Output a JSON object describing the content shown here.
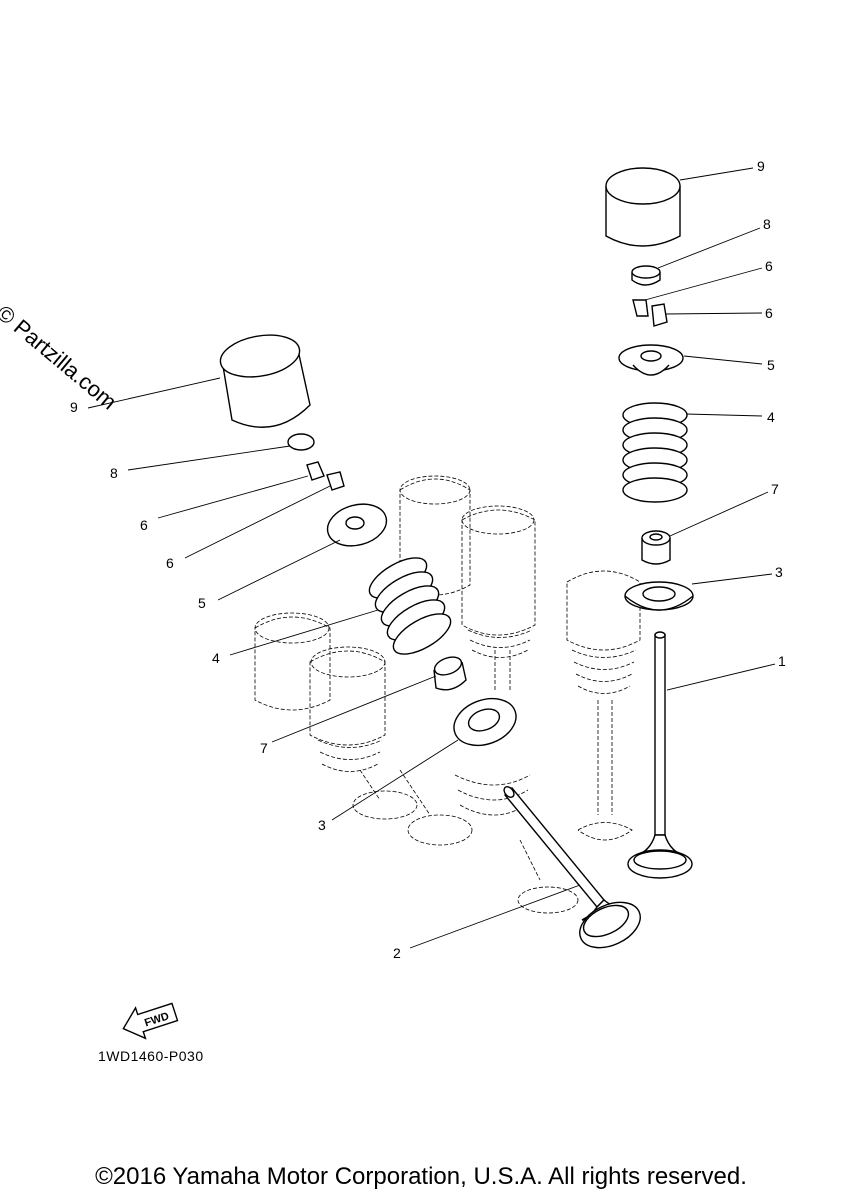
{
  "watermark": "© Partzilla.com",
  "fwd_label": "FWD",
  "diagram_code": "1WD1460-P030",
  "copyright": "©2016 Yamaha Motor Corporation, U.S.A. All rights reserved.",
  "callouts": {
    "right_9": "9",
    "right_8": "8",
    "right_6a": "6",
    "right_6b": "6",
    "right_5": "5",
    "right_4": "4",
    "right_7": "7",
    "right_3": "3",
    "right_1": "1",
    "left_9": "9",
    "left_8": "8",
    "left_6a": "6",
    "left_6b": "6",
    "left_5": "5",
    "left_4": "4",
    "left_7": "7",
    "left_3": "3",
    "left_2": "2"
  }
}
